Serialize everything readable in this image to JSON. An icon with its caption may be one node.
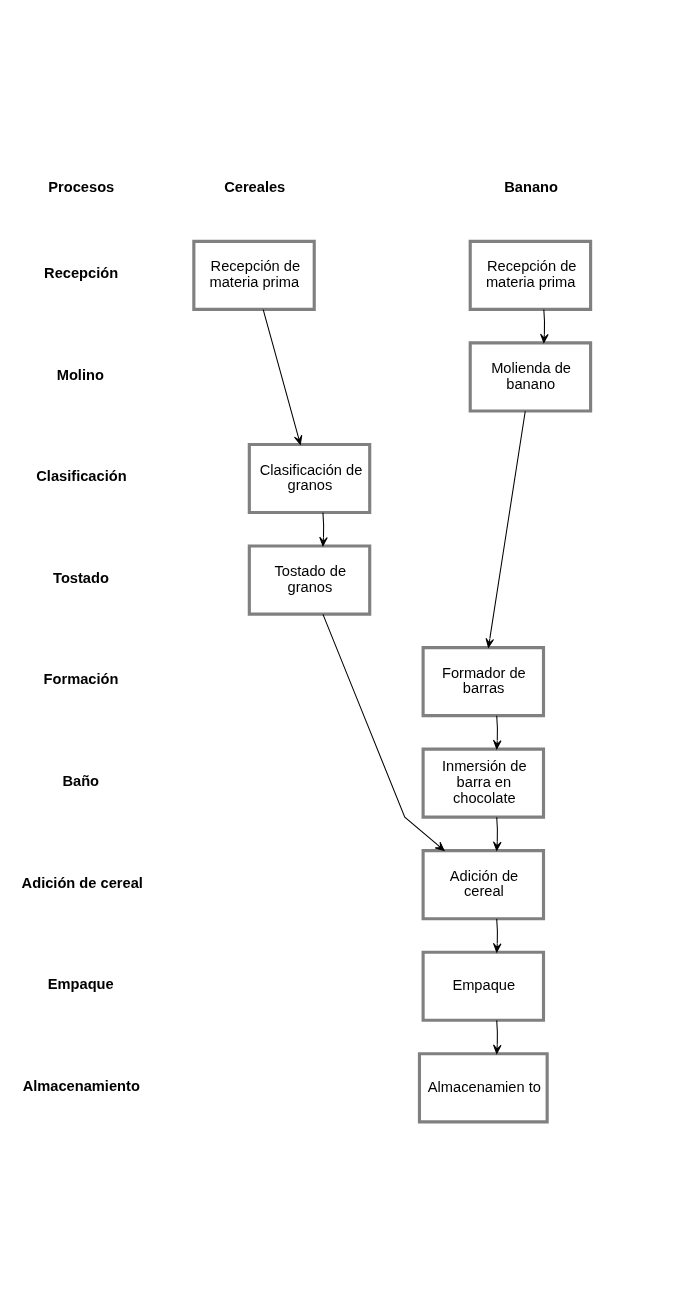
{
  "diagram": {
    "nodes": [
      {
        "text": [
          "Recepción de materia prima"
        ]
      },
      {
        "text": [
          "Recepción de materia prima"
        ]
      },
      {
        "text": [
          "Molienda de banano"
        ]
      },
      {
        "text": [
          "Clasificación de granos"
        ]
      },
      {
        "text": [
          "Tostado de granos"
        ]
      },
      {
        "text": [
          "Formador de barras"
        ]
      },
      {
        "text": [
          "Inmersión de barra en chocolate"
        ]
      },
      {
        "text": [
          "Adición de cereal"
        ]
      },
      {
        "text": [
          "Empaque"
        ]
      },
      {
        "text": [
          "Almacenamien to"
        ]
      }
    ],
    "edges": [
      {
        "from": 0,
        "to": 3,
        "arrow": "to"
      },
      {
        "from": 3,
        "to": 4,
        "arrow": "to"
      },
      {
        "from": 4,
        "to": 7,
        "arrow": "to"
      },
      {
        "from": 1,
        "to": 2,
        "arrow": "to"
      },
      {
        "from": 2,
        "to": 5,
        "arrow": "to"
      },
      {
        "from": 5,
        "to": 6,
        "arrow": "to"
      },
      {
        "from": 6,
        "to": 7,
        "arrow": "to"
      },
      {
        "from": 7,
        "to": 8,
        "arrow": "to"
      },
      {
        "from": 8,
        "to": 9,
        "arrow": "to"
      }
    ],
    "labels": [
      "Procesos",
      "Cereales",
      "Banano",
      "Recepción",
      "Molino",
      "Clasificación",
      "Tostado",
      "Formación",
      "Baño",
      "Adición de cereal",
      "Empaque",
      "Almacenamiento"
    ]
  }
}
